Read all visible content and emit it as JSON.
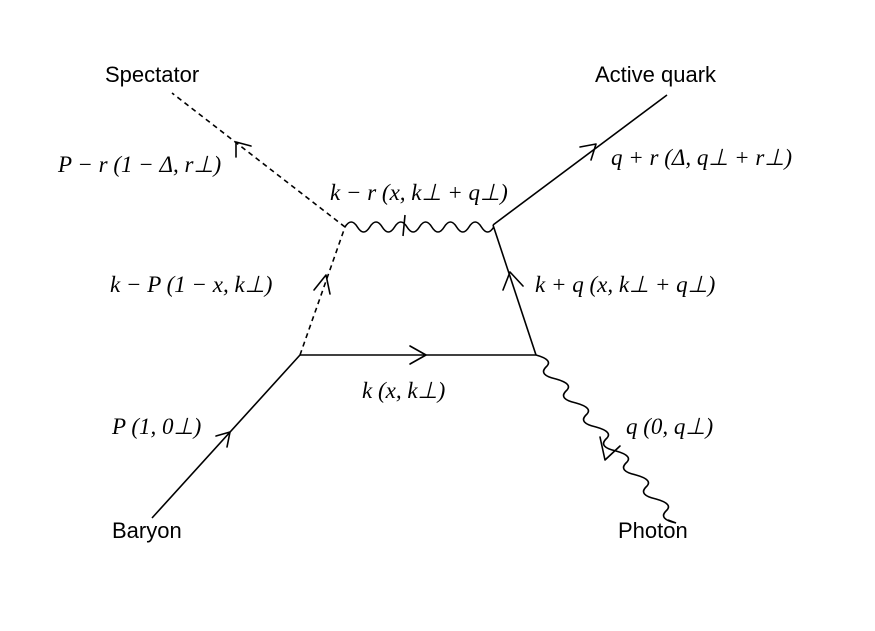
{
  "labels": {
    "spectator": "Spectator",
    "active_quark": "Active quark",
    "baryon": "Baryon",
    "photon": "Photon"
  },
  "momenta": {
    "spectator": "P − r (1 − Δ, r⊥)",
    "active_quark": "q + r (Δ, q⊥ + r⊥)",
    "exchange": "k − r (x, k⊥ + q⊥)",
    "left_internal": "k − P (1 − x, k⊥)",
    "right_internal": "k + q (x, k⊥ + q⊥)",
    "bottom_internal": "k (x, k⊥)",
    "baryon": "P (1, 0⊥)",
    "photon": "q (0, q⊥)"
  }
}
